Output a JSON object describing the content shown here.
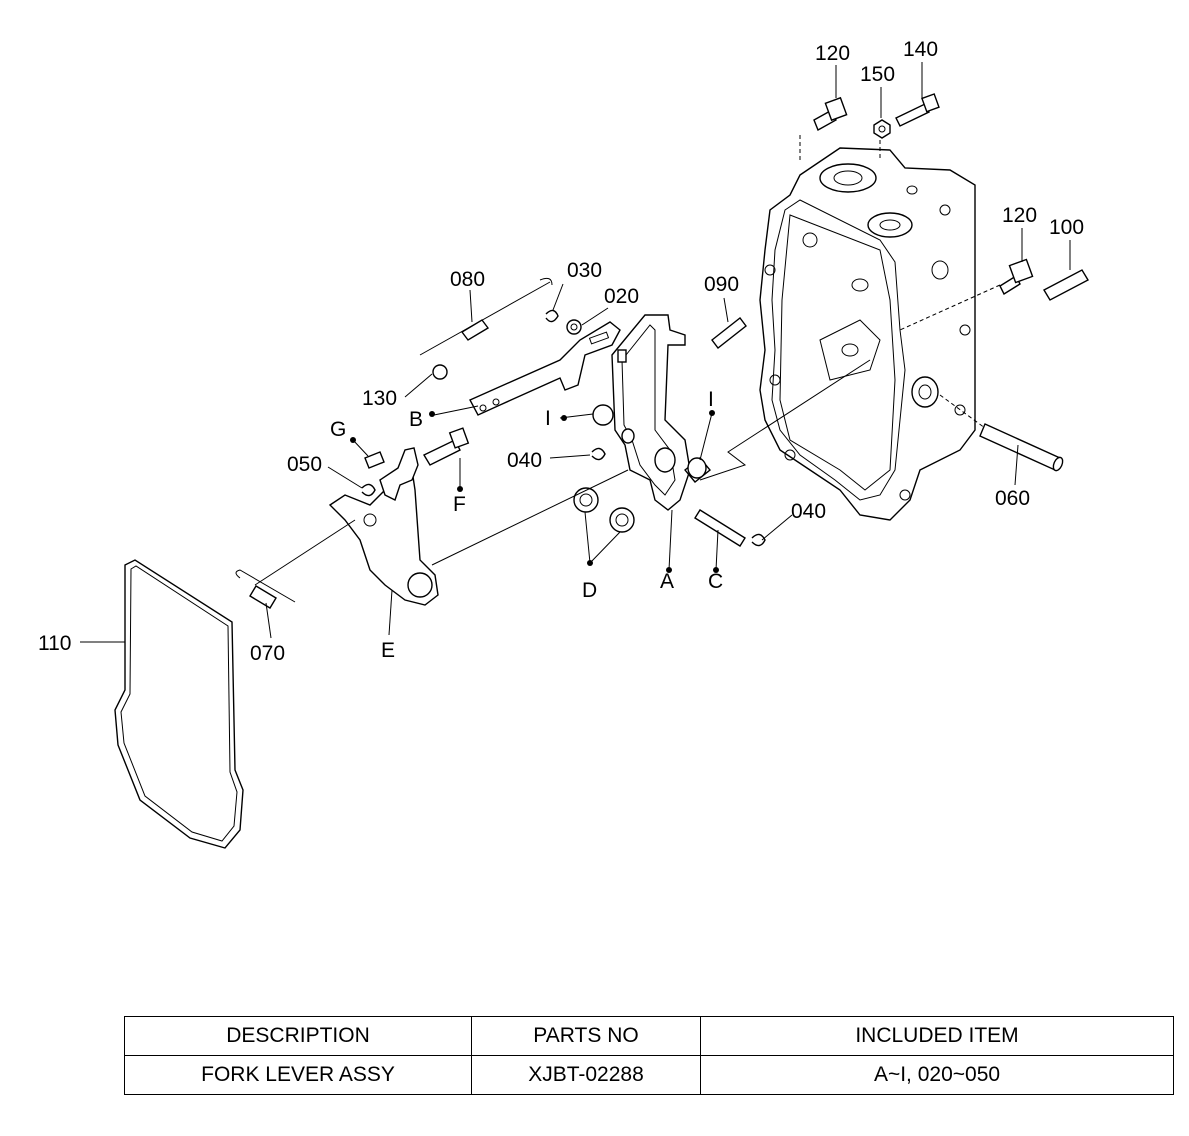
{
  "callouts": {
    "p120a": "120",
    "p140": "140",
    "p150": "150",
    "p120b": "120",
    "p100": "100",
    "p080": "080",
    "p030": "030",
    "p020": "020",
    "p090": "090",
    "p130": "130",
    "pB": "B",
    "pI1": "I",
    "pI2": "I",
    "pG": "G",
    "p040a": "040",
    "p050": "050",
    "pF": "F",
    "p040b": "040",
    "pD": "D",
    "pA": "A",
    "pC": "C",
    "p060": "060",
    "p110": "110",
    "p070": "070",
    "pE": "E"
  },
  "table": {
    "headers": [
      "DESCRIPTION",
      "PARTS NO",
      "INCLUDED ITEM"
    ],
    "rows": [
      [
        "FORK LEVER ASSY",
        "XJBT-02288",
        "A~I, 020~050"
      ]
    ]
  }
}
